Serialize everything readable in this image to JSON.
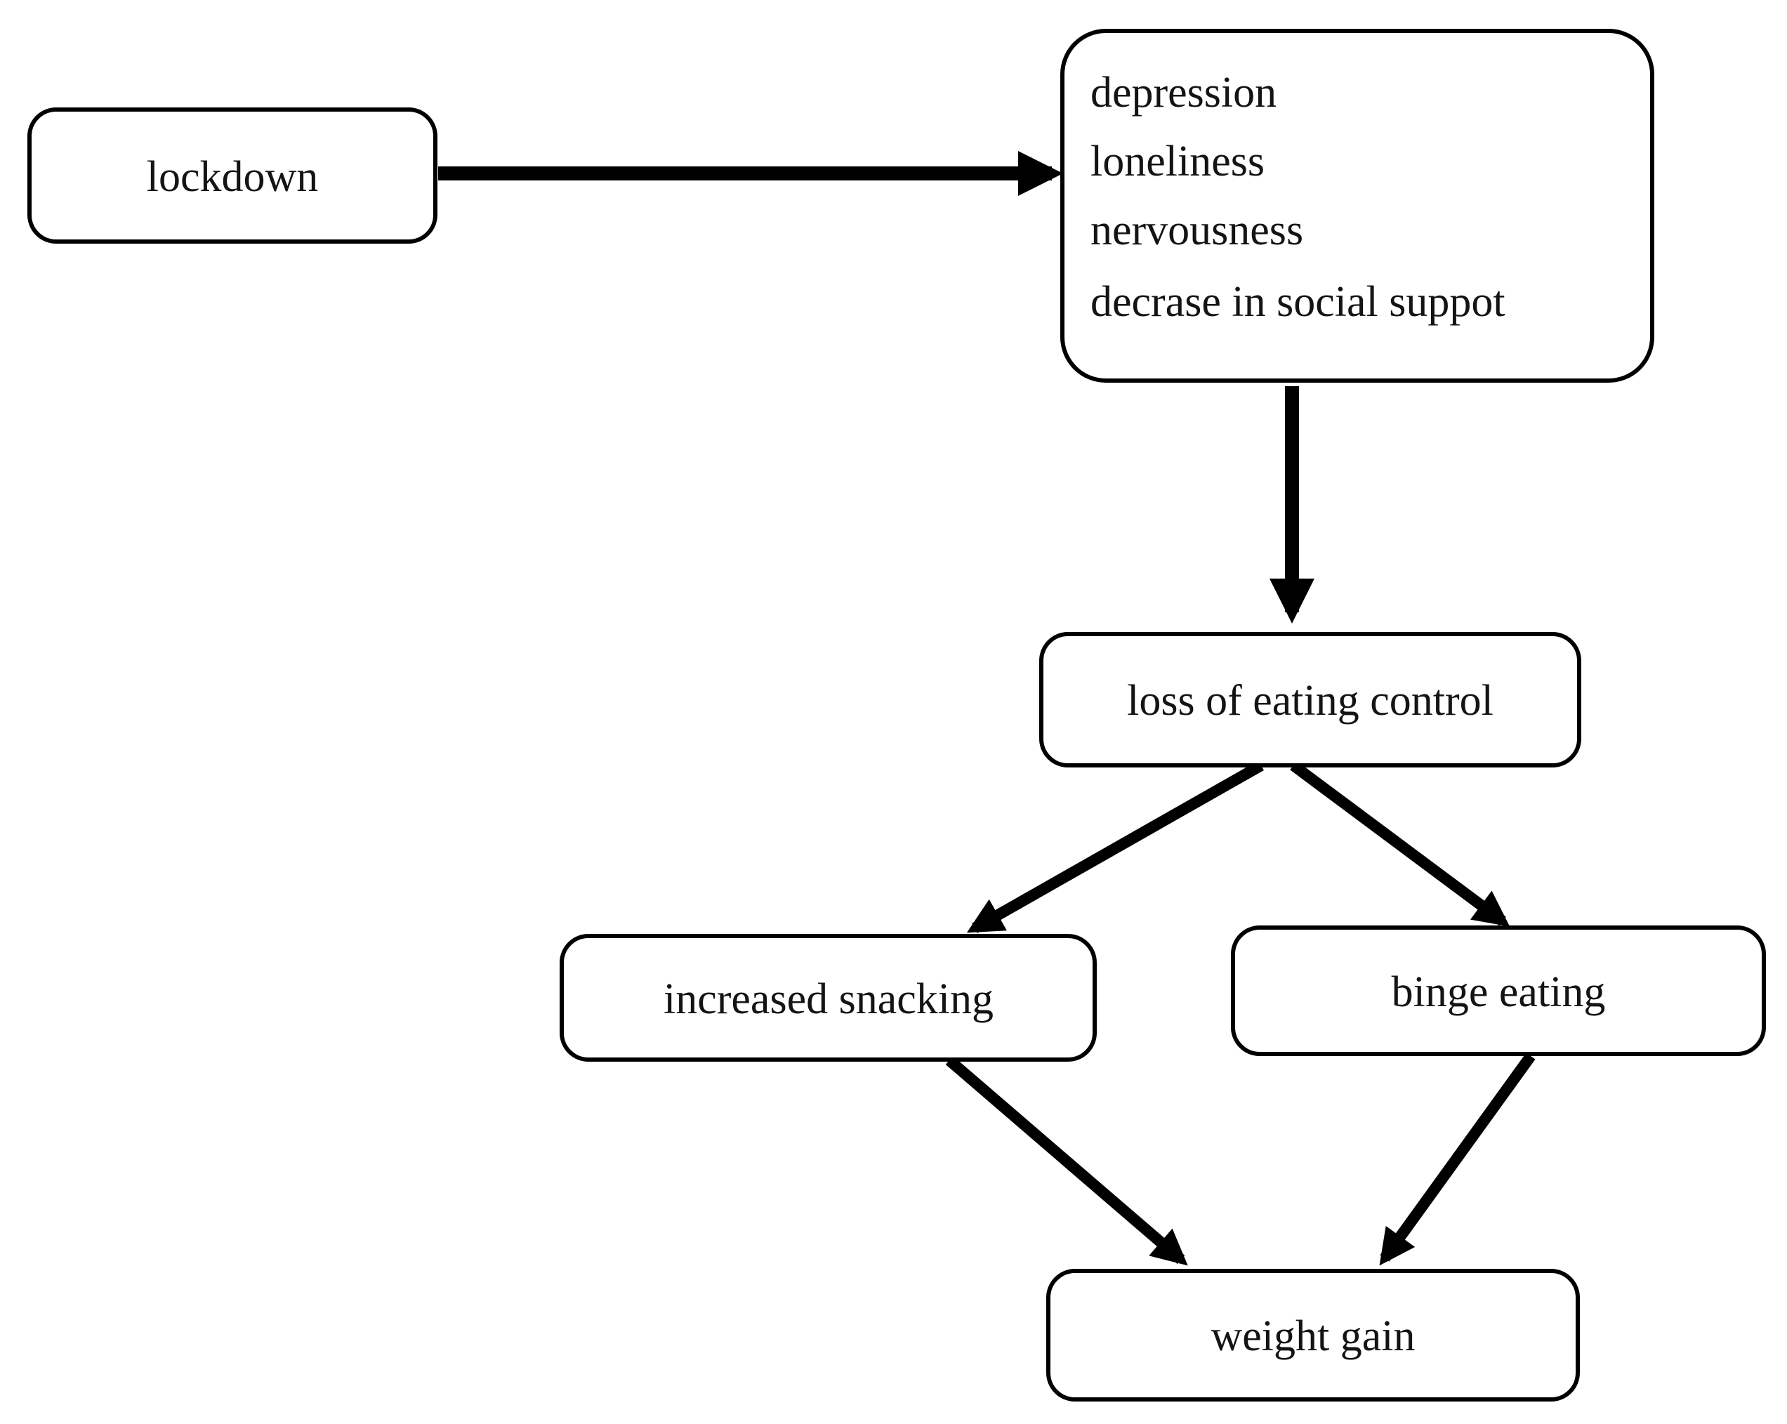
{
  "figure": {
    "type": "flowchart",
    "background_color": "#ffffff",
    "box_fill_color": "#ffffff",
    "box_border_color": "#000000",
    "arrow_color": "#000000",
    "text_color": "#141414",
    "nodes": {
      "lockdown": {
        "label": "lockdown"
      },
      "psych_effects": {
        "lines": [
          "depression",
          "loneliness",
          "nervousness",
          "decrase in social suppot"
        ]
      },
      "loss_of_eating_control": {
        "label": "loss of eating control"
      },
      "increased_snacking": {
        "label": "increased snacking"
      },
      "binge_eating": {
        "label": "binge eating"
      },
      "weight_gain": {
        "label": "weight gain"
      }
    },
    "edges": [
      {
        "from": "lockdown",
        "to": "psych_effects"
      },
      {
        "from": "psych_effects",
        "to": "loss_of_eating_control"
      },
      {
        "from": "loss_of_eating_control",
        "to": "increased_snacking"
      },
      {
        "from": "loss_of_eating_control",
        "to": "binge_eating"
      },
      {
        "from": "increased_snacking",
        "to": "weight_gain"
      },
      {
        "from": "binge_eating",
        "to": "weight_gain"
      }
    ]
  }
}
